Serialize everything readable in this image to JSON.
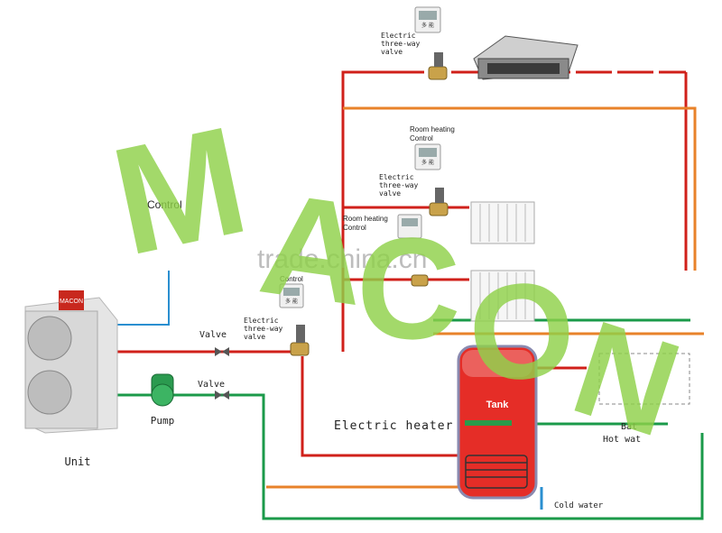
{
  "labels": {
    "fc_valve_1": "Electric",
    "fc_valve_2": "three-way",
    "fc_valve_3": "valve",
    "room_heating_1a": "Room heating",
    "room_heating_1b": "Control",
    "rad_valve_1": "Electric",
    "rad_valve_2": "three-way",
    "rad_valve_3": "valve",
    "room_heating_2a": "Room heating",
    "room_heating_2b": "Control",
    "control_left": "Control",
    "control_mid": "Control",
    "main_valve_1": "Electric",
    "main_valve_2": "three-way",
    "main_valve_3": "valve",
    "valve_top": "Valve",
    "valve_bottom": "Valve",
    "pump": "Pump",
    "unit": "Unit",
    "tank": "Tank",
    "electric_heater": "Electric heater",
    "cold_water": "Cold water",
    "bath": "Bat",
    "hot_water": "Hot wat",
    "unit_brand": "MACON",
    "panel_text": "多 能"
  },
  "watermark": {
    "site": "trade.china.cn",
    "logo": "MACON"
  },
  "colors": {
    "red_pipe": "#d0201a",
    "green_pipe": "#1b9a4a",
    "blue_pipe": "#2a8fd0",
    "orange_pipe": "#e8822a",
    "tank": "#e52d27",
    "watermark": "#8fd14a"
  }
}
